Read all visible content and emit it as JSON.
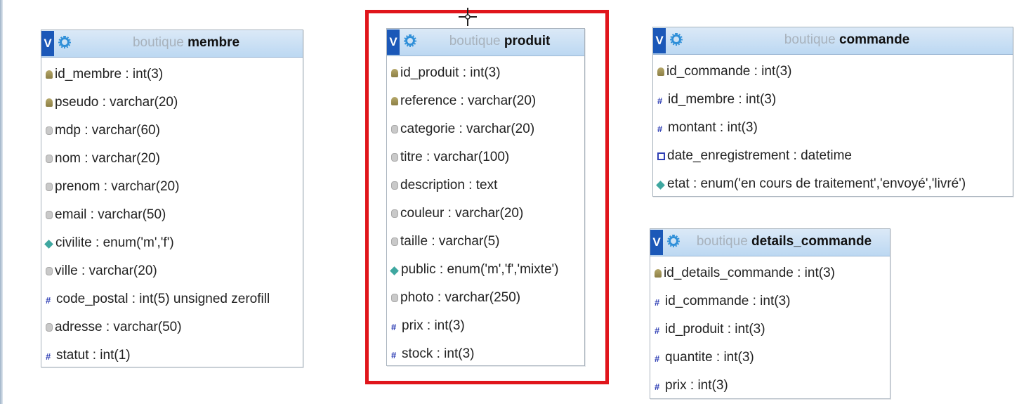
{
  "tables": [
    {
      "db": "boutique",
      "name": "membre",
      "rows": [
        {
          "icon": "key",
          "text": "id_membre : int(3)"
        },
        {
          "icon": "key",
          "text": "pseudo : varchar(20)"
        },
        {
          "icon": "text",
          "text": "mdp : varchar(60)"
        },
        {
          "icon": "text",
          "text": "nom : varchar(20)"
        },
        {
          "icon": "text",
          "text": "prenom : varchar(20)"
        },
        {
          "icon": "text",
          "text": "email : varchar(50)"
        },
        {
          "icon": "enum",
          "text": "civilite : enum('m','f')"
        },
        {
          "icon": "text",
          "text": "ville : varchar(20)"
        },
        {
          "icon": "num",
          "text": "code_postal : int(5) unsigned zerofill"
        },
        {
          "icon": "text",
          "text": "adresse : varchar(50)"
        },
        {
          "icon": "num",
          "text": "statut : int(1)"
        }
      ]
    },
    {
      "db": "boutique",
      "name": "produit",
      "rows": [
        {
          "icon": "key",
          "text": "id_produit : int(3)"
        },
        {
          "icon": "key",
          "text": "reference : varchar(20)"
        },
        {
          "icon": "text",
          "text": "categorie : varchar(20)"
        },
        {
          "icon": "text",
          "text": "titre : varchar(100)"
        },
        {
          "icon": "text",
          "text": "description : text"
        },
        {
          "icon": "text",
          "text": "couleur : varchar(20)"
        },
        {
          "icon": "text",
          "text": "taille : varchar(5)"
        },
        {
          "icon": "enum",
          "text": "public : enum('m','f','mixte')"
        },
        {
          "icon": "text",
          "text": "photo : varchar(250)"
        },
        {
          "icon": "num",
          "text": "prix : int(3)"
        },
        {
          "icon": "num",
          "text": "stock : int(3)"
        }
      ]
    },
    {
      "db": "boutique",
      "name": "commande",
      "rows": [
        {
          "icon": "key",
          "text": "id_commande : int(3)"
        },
        {
          "icon": "num",
          "text": "id_membre : int(3)"
        },
        {
          "icon": "num",
          "text": "montant : int(3)"
        },
        {
          "icon": "date",
          "text": "date_enregistrement : datetime"
        },
        {
          "icon": "enum",
          "text": "etat : enum('en cours de traitement','envoyé','livré')"
        }
      ]
    },
    {
      "db": "boutique",
      "name": "details_commande",
      "rows": [
        {
          "icon": "key",
          "text": "id_details_commande : int(3)"
        },
        {
          "icon": "num",
          "text": "id_commande : int(3)"
        },
        {
          "icon": "num",
          "text": "id_produit : int(3)"
        },
        {
          "icon": "num",
          "text": "quantite : int(3)"
        },
        {
          "icon": "num",
          "text": "prix : int(3)"
        }
      ]
    }
  ],
  "header_icon_letter": "V",
  "highlight_color": "#e0151b",
  "header_color": "#c7dff4"
}
